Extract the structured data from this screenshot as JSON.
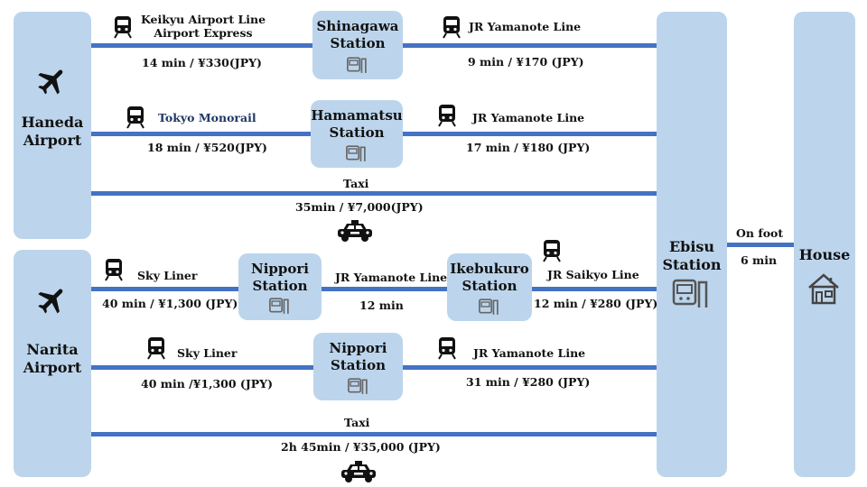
{
  "hubs": {
    "haneda": "Haneda\nAirport",
    "narita": "Narita\nAirport",
    "ebisu": "Ebisu\nStation",
    "house": "House"
  },
  "stations": {
    "shinagawa": "Shinagawa\nStation",
    "hamamatsu": "Hamamatsu\nStation",
    "nippori1": "Nippori\nStation",
    "ikebukuro": "Ikebukuro\nStation",
    "nippori2": "Nippori\nStation"
  },
  "routes": {
    "r1": {
      "leg1_line": "Keikyu Airport Line\nAirport Express",
      "leg1_info": "14 min / ¥330(JPY)",
      "leg2_line": "JR Yamanote Line",
      "leg2_info": "9 min / ¥170 (JPY)"
    },
    "r2": {
      "leg1_line": "Tokyo Monorail",
      "leg1_info": "18 min / ¥520(JPY)",
      "leg2_line": "JR Yamanote Line",
      "leg2_info": "17 min / ¥180 (JPY)"
    },
    "r3": {
      "mode": "Taxi",
      "info": "35min / ¥7,000(JPY)"
    },
    "r4": {
      "leg1_line": "Sky Liner",
      "leg1_info": "40 min / ¥1,300 (JPY)",
      "leg2_line": "JR Yamanote Line",
      "leg2_info": "12 min",
      "leg3_line": "JR Saikyo Line",
      "leg3_info": "12 min / ¥280 (JPY)"
    },
    "r5": {
      "leg1_line": "Sky Liner",
      "leg1_info": "40 min /¥1,300 (JPY)",
      "leg2_line": "JR Yamanote Line",
      "leg2_info": "31 min / ¥280 (JPY)"
    },
    "r6": {
      "mode": "Taxi",
      "info": "2h 45min / ¥35,000 (JPY)"
    },
    "foot": {
      "mode": "On foot",
      "info": "6 min"
    }
  },
  "icons": {
    "plane": "airplane-icon",
    "train": "train-icon",
    "taxi": "taxi-icon",
    "station": "station-icon",
    "house": "house-icon"
  },
  "colors": {
    "pill": "#bcd5ec",
    "line": "#4472c4"
  }
}
